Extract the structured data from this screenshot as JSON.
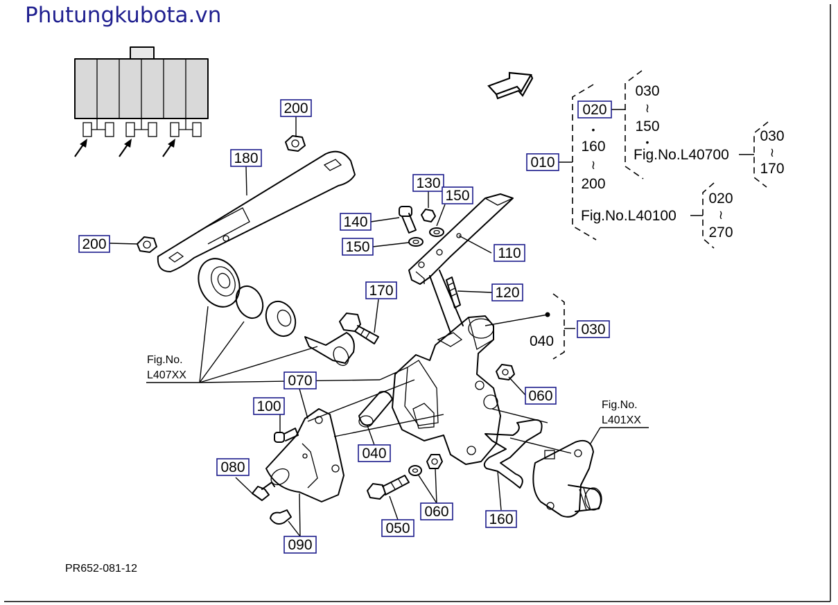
{
  "header": {
    "site": "Phutungkubota.vn"
  },
  "footer": {
    "drawing_code": "PR652-081-12"
  },
  "colors": {
    "label_box_border": "#1a1a8a",
    "brand_text": "#1f1f8f",
    "line": "#000000"
  },
  "callouts": {
    "p200a": "200",
    "p180": "180",
    "p200b": "200",
    "p130": "130",
    "p150a": "150",
    "p140": "140",
    "p150b": "150",
    "p110": "110",
    "p170": "170",
    "p120": "120",
    "p030": "030",
    "p060a": "060",
    "p070": "070",
    "p100": "100",
    "p080": "080",
    "p040": "040",
    "p090": "090",
    "p050": "050",
    "p060b": "060",
    "p160": "160",
    "p010": "010",
    "p020": "020"
  },
  "tree": {
    "dot1": "•",
    "t160": "160",
    "tilde1": "≀",
    "t200": "200",
    "ref_l40100": "Fig.No.L40100",
    "s1_a": "030",
    "s1_tilde": "≀",
    "s1_b": "150",
    "s1_dot": "•",
    "ref_l40700": "Fig.No.L40700",
    "s2_a": "030",
    "s2_tilde": "≀",
    "s2_b": "170",
    "s3_a": "020",
    "s3_tilde": "≀",
    "s3_b": "270"
  },
  "annotations": {
    "t040": "040",
    "fig_l407_line1": "Fig.No.",
    "fig_l407_line2": "L407XX",
    "fig_l401_line1": "Fig.No.",
    "fig_l401_line2": "L401XX"
  }
}
